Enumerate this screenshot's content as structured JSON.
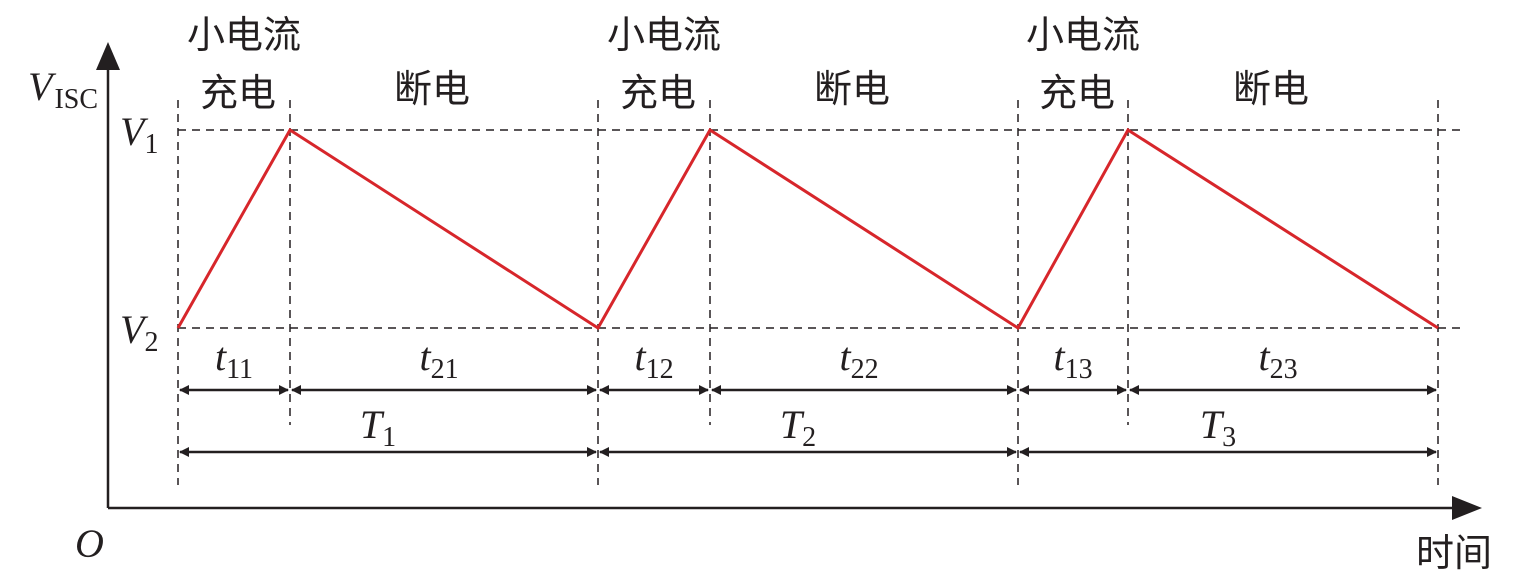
{
  "axes": {
    "y_label": "V",
    "y_label_sub": "ISC",
    "x_label": "时间",
    "origin": "O"
  },
  "levels": {
    "v1": {
      "main": "V",
      "sub": "1"
    },
    "v2": {
      "main": "V",
      "sub": "2"
    }
  },
  "colors": {
    "waveform": "#d7262b",
    "ink": "#231f20"
  },
  "periods": [
    {
      "charge_line1": "小电流",
      "charge_line2": "充电",
      "off_label": "断电",
      "t_charge": {
        "main": "t",
        "sub": "11"
      },
      "t_off": {
        "main": "t",
        "sub": "21"
      },
      "T": {
        "main": "T",
        "sub": "1"
      }
    },
    {
      "charge_line1": "小电流",
      "charge_line2": "充电",
      "off_label": "断电",
      "t_charge": {
        "main": "t",
        "sub": "12"
      },
      "t_off": {
        "main": "t",
        "sub": "22"
      },
      "T": {
        "main": "T",
        "sub": "2"
      }
    },
    {
      "charge_line1": "小电流",
      "charge_line2": "充电",
      "off_label": "断电",
      "t_charge": {
        "main": "t",
        "sub": "13"
      },
      "t_off": {
        "main": "t",
        "sub": "23"
      },
      "T": {
        "main": "T",
        "sub": "3"
      }
    }
  ]
}
